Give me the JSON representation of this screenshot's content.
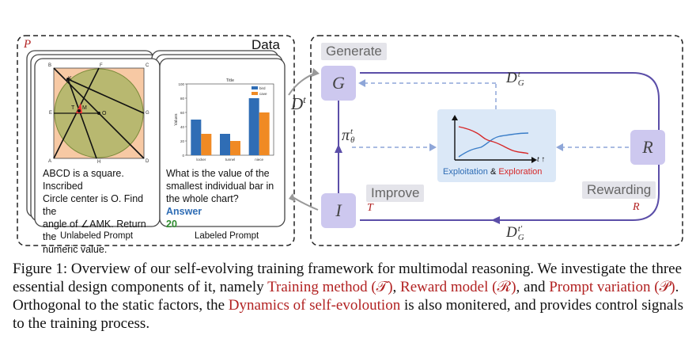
{
  "data_box": {
    "title": "Data",
    "symbol": "P",
    "unlabeled": {
      "geometry_labels": [
        "A",
        "B",
        "C",
        "D",
        "E",
        "F",
        "G",
        "H",
        "K",
        "T",
        "M",
        "O"
      ],
      "text_lines": [
        "ABCD is a square. Inscribed",
        "Circle center is O. Find the",
        "angle of ∠AMK. Return the",
        "numeric value."
      ],
      "caption": "Unlabeled Prompt"
    },
    "labeled": {
      "text_lines": [
        "What is the value of the",
        "smallest individual bar in",
        "the whole chart?"
      ],
      "answer_label": "Answer",
      "answer_value": "20",
      "caption": "Labeled Prompt"
    }
  },
  "chart_data": {
    "type": "bar",
    "title": "Title",
    "ylabel": "Values",
    "categories": [
      "locker",
      "tunnel",
      "niece"
    ],
    "series": [
      {
        "name": "bird",
        "values": [
          50,
          30,
          80
        ]
      },
      {
        "name": "cave",
        "values": [
          30,
          20,
          60
        ]
      }
    ],
    "ylim": [
      0,
      100
    ],
    "yticks": [
      "0",
      "20",
      "40",
      "60",
      "80",
      "100"
    ],
    "legend": "top-right",
    "colors": {
      "bird": "#2f6db5",
      "cave": "#f08a24"
    }
  },
  "framework": {
    "generate_label": "Generate",
    "improve_label": "Improve",
    "rewarding_label": "Rewarding",
    "node_g": "G",
    "node_i": "I",
    "node_r": "R",
    "symbol_t": "T",
    "symbol_r": "R",
    "d_t_base": "D",
    "d_t_sup": "t",
    "dg_base": "D",
    "dg_sub": "G",
    "dg_sup": "t",
    "dg2_sup": "t′",
    "pi_base": "π",
    "pi_sub": "θ",
    "pi_sup": "t",
    "inset_axis_t": "t",
    "inset_arrow": "↑",
    "inset_exploitation": "Exploitation",
    "inset_amp": "&",
    "inset_exploration": "Exploration",
    "colors": {
      "loop": "#5b4ea8",
      "node": "#cdc8ef",
      "exploitation": "#2f6db5",
      "exploration": "#d62728"
    }
  },
  "caption": {
    "p1": "Figure 1: Overview of our self-evolving training framework for multimodal reasoning. We investigate the three essential design components of it, namely ",
    "training_method": "Training method (𝒯)",
    "c1": ", ",
    "reward_model": "Reward model (ℛ)",
    "c2": ", and ",
    "prompt_variation": "Prompt variation (𝒫)",
    "p2": ". Orthogonal to the static factors, the ",
    "dynamics": "Dynamics of self-evoloution",
    "p3": " is also monitered, and provides control signals to the training process."
  }
}
